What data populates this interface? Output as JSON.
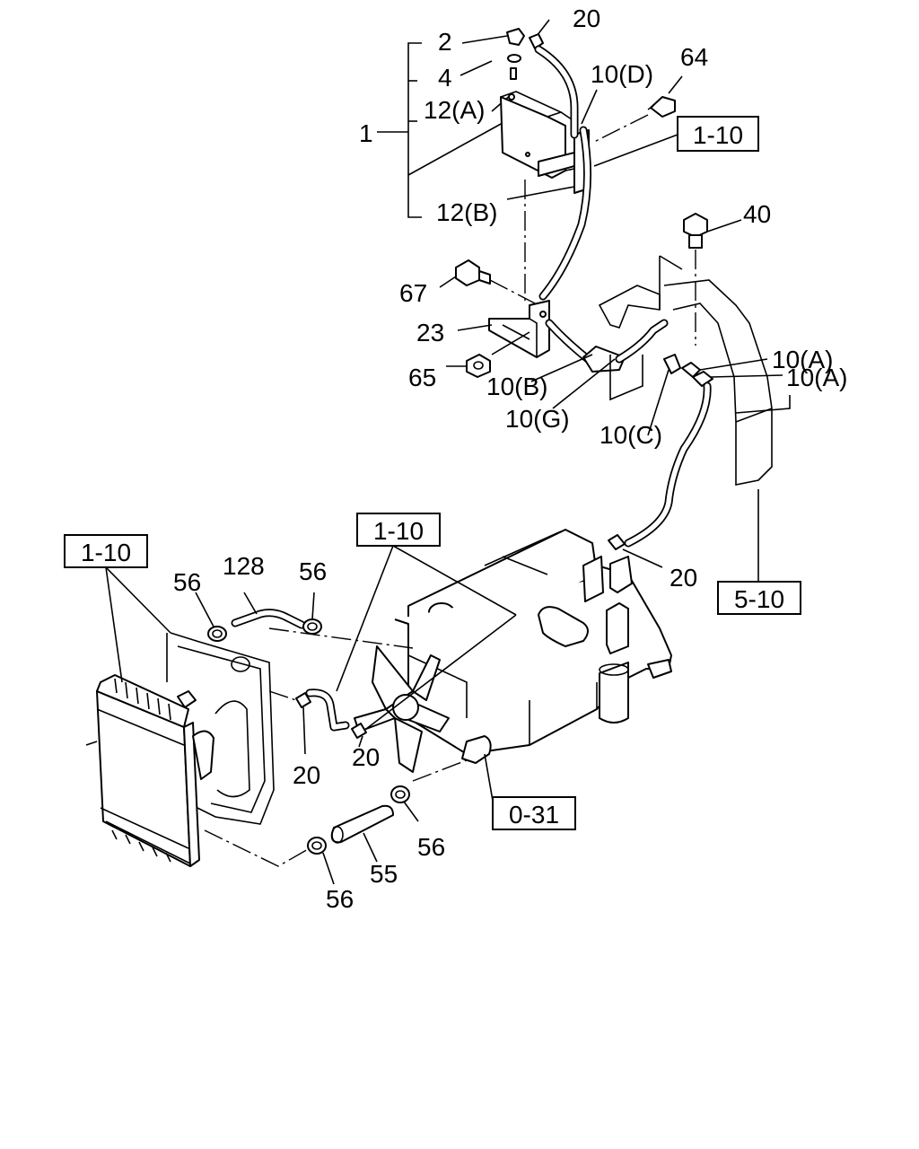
{
  "labels": {
    "l_20_top": "20",
    "l_2": "2",
    "l_4": "4",
    "l_12a": "12(A)",
    "l_1": "1",
    "l_12b": "12(B)",
    "l_10d": "10(D)",
    "l_64": "64",
    "l_40": "40",
    "l_67": "67",
    "l_23": "23",
    "l_65": "65",
    "l_10b": "10(B)",
    "l_10g": "10(G)",
    "l_10c": "10(C)",
    "l_10a_1": "10(A)",
    "l_10a_2": "10(A)",
    "l_20_right": "20",
    "l_56_left": "56",
    "l_128": "128",
    "l_56_mid": "56",
    "l_20_mid1": "20",
    "l_20_mid2": "20",
    "l_56_lower_right": "56",
    "l_55": "55",
    "l_56_lower_left": "56"
  },
  "refs": {
    "ref_1_10_top": "1-10",
    "ref_1_10_mid": "1-10",
    "ref_1_10_left": "1-10",
    "ref_5_10": "5-10",
    "ref_0_31": "0-31"
  }
}
